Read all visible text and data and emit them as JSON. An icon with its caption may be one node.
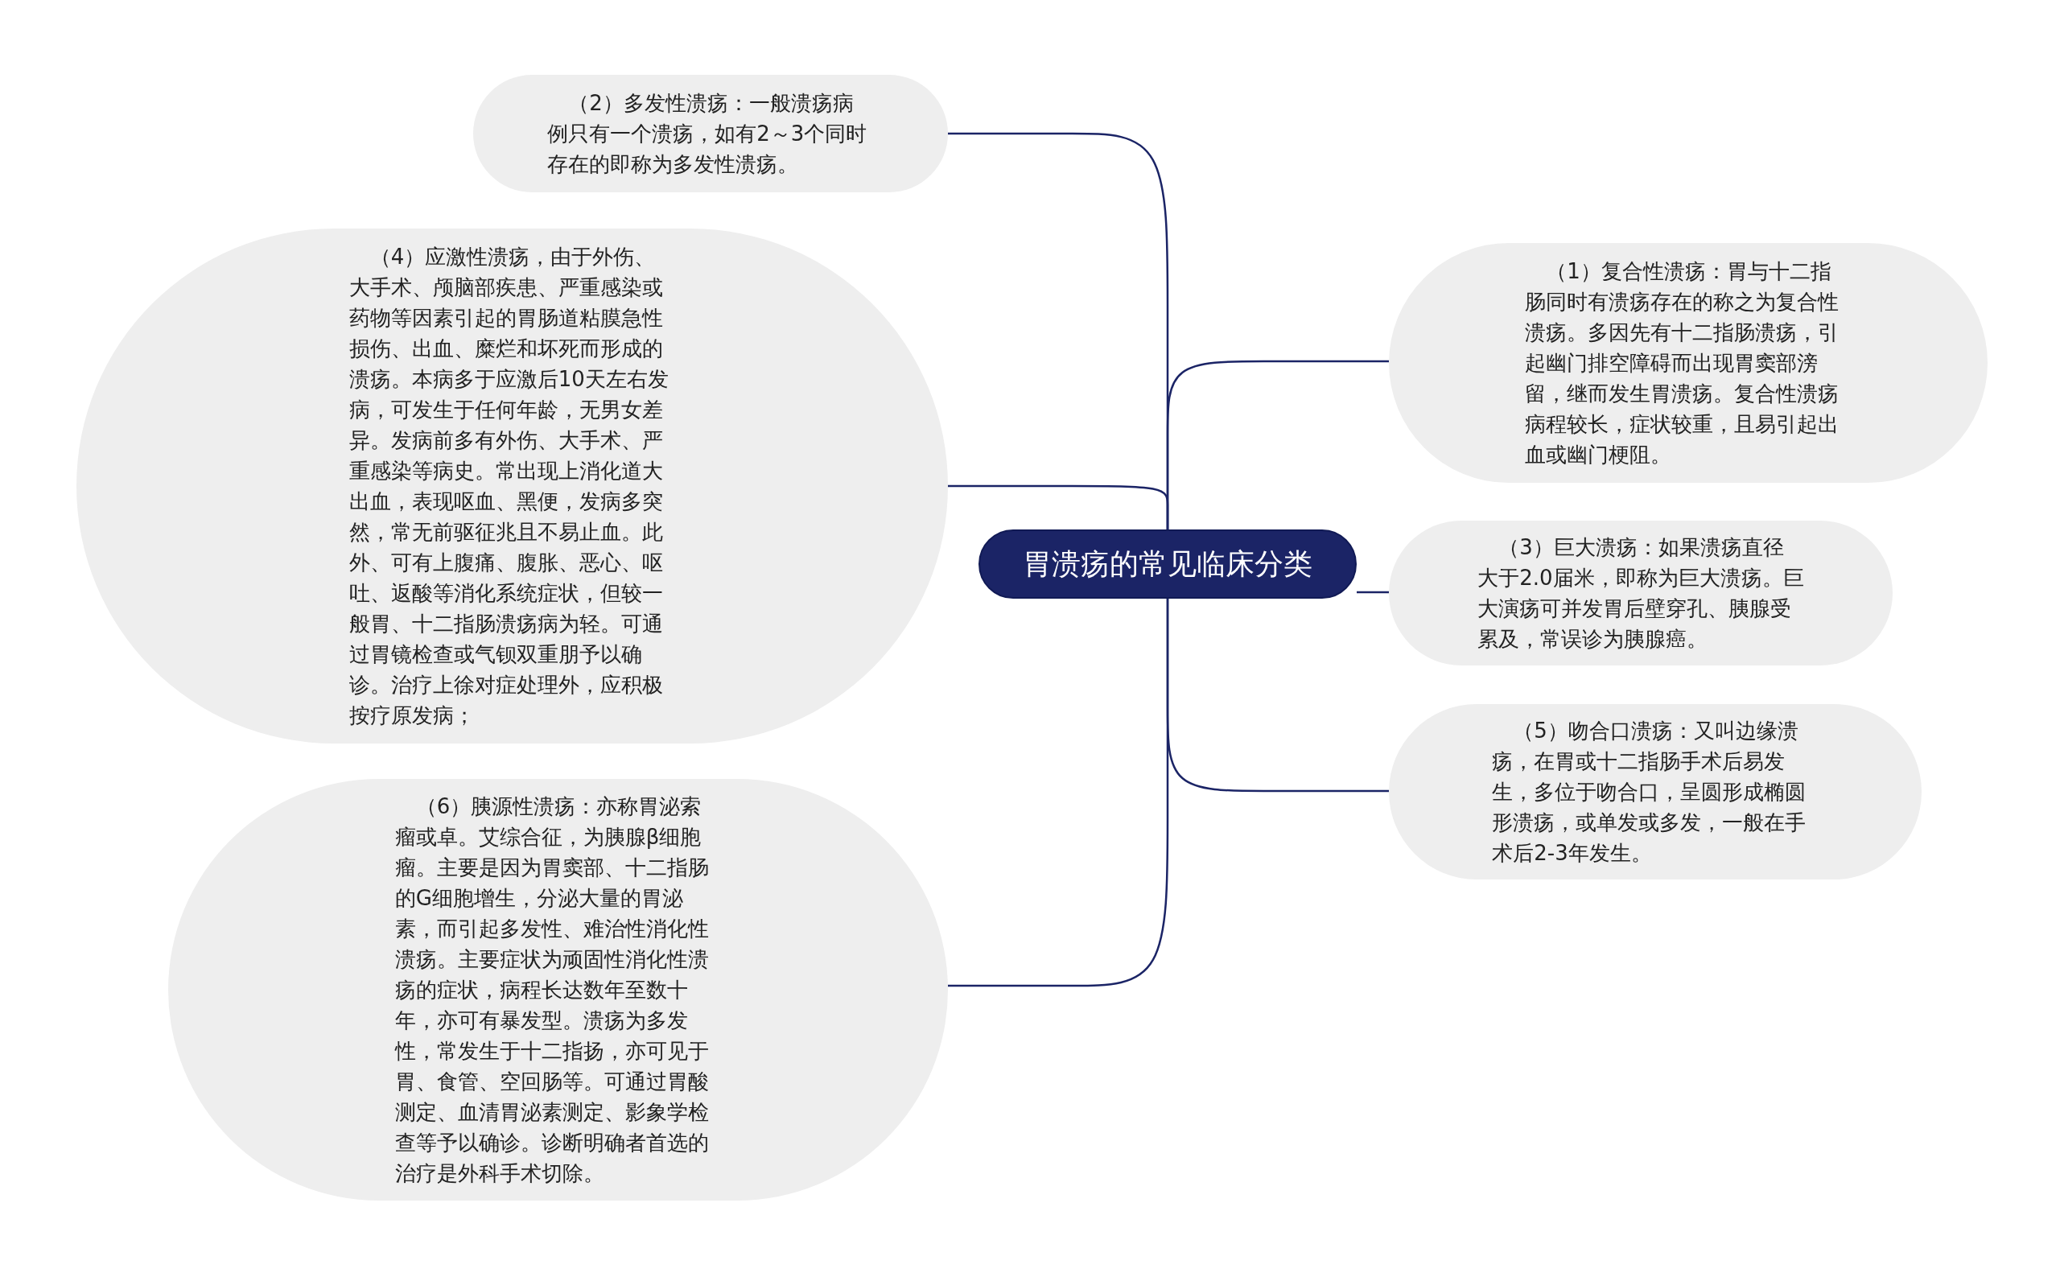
{
  "diagram": {
    "nodes": [
      {
        "text": [
          "胃溃疡的常见临床分类"
        ]
      },
      {
        "text": [
          "（1）复合性溃疡：胃与十二指肠同时有溃疡存在的称之为复合性溃疡。多因先有十二指肠溃疡，引起幽门排空障碍而出现胃窦部滂留，继而发生胃溃疡。复合性溃疡病程较长，症状较重，且易引起出血或幽门梗阻。"
        ]
      },
      {
        "text": [
          "（2）多发性溃疡：一般溃疡病例只有一个溃疡，如有2～3个同时存在的即称为多发性溃疡。"
        ]
      },
      {
        "text": [
          "（3）巨大溃疡：如果溃疡直径大于2.0届米，即称为巨大溃疡。巨大演疡可并发胃后壁穿孔、胰腺受累及，常误诊为胰腺癌。"
        ]
      },
      {
        "text": [
          "（4）应激性溃疡，由于外伤、大手术、颅脑部疾患、严重感染或药物等因素引起的胃肠道粘膜急性损伤、出血、糜烂和坏死而形成的溃疡。本病多于应激后10天左右发病，可发生于任何年龄，无男女差异。发病前多有外伤、大手术、严重感染等病史。常出现上消化道大出血，表现呕血、黑便，发病多突然，常无前驱征兆且不易止血。此外、可有上腹痛、腹胀、恶心、呕吐、返酸等消化系统症状，但较一般胃、十二指肠溃疡病为轻。可通过胃镜检查或气钡双重朋予以确诊。治疗上徐对症处理外，应积极按疗原发病；"
        ]
      },
      {
        "text": [
          "（5）吻合口溃疡：又叫边缘溃疡，在胃或十二指肠手术后易发生，多位于吻合口，呈圆形成椭圆形溃疡，或单发或多发，一般在手术后2-3年发生。"
        ]
      },
      {
        "text": [
          "（6）胰源性溃疡：亦称胃泌索瘤或卓。艾综合征，为胰腺β细胞瘤。主要是因为胃窦部、十二指肠的G细胞增生，分泌大量的胃泌素，而引起多发性、难治性消化性溃疡。主要症状为顽固性消化性溃疡的症状，病程长达数年至数十年，亦可有暴发型。溃疡为多发性，常发生于十二指扬，亦可见于胃、食管、空回肠等。可通过胃酸测定、血清胃泌素测定、影象学检查等予以确诊。诊断明确者首选的治疗是外科手术切除。"
        ]
      }
    ],
    "edges": [
      {
        "from": 0,
        "to": 1,
        "arrow": "none"
      },
      {
        "from": 0,
        "to": 2,
        "arrow": "none"
      },
      {
        "from": 0,
        "to": 3,
        "arrow": "none"
      },
      {
        "from": 0,
        "to": 4,
        "arrow": "none"
      },
      {
        "from": 0,
        "to": 5,
        "arrow": "none"
      },
      {
        "from": 0,
        "to": 6,
        "arrow": "none"
      }
    ]
  }
}
